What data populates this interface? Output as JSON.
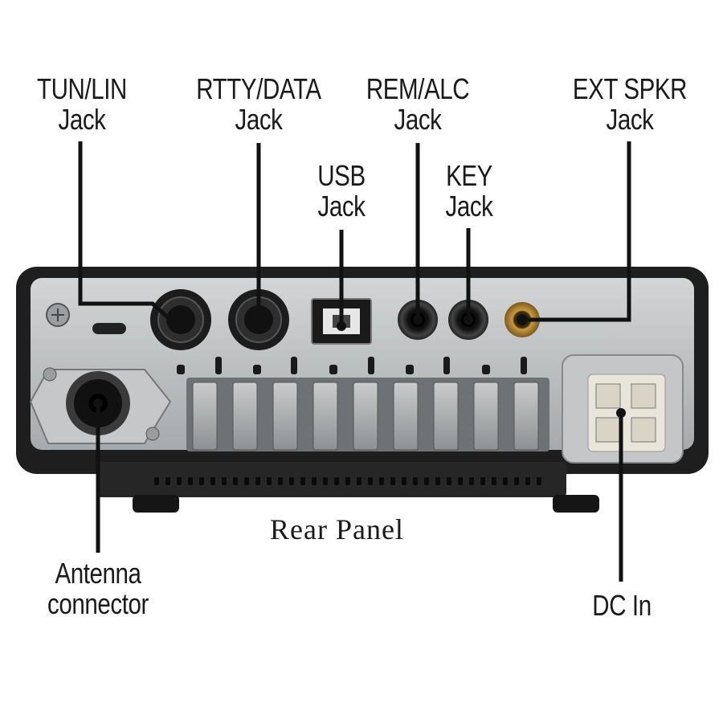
{
  "labels": {
    "tun_lin": [
      "TUN/LIN",
      "Jack"
    ],
    "rtty_data": [
      "RTTY/DATA",
      "Jack"
    ],
    "usb": [
      "USB",
      "Jack"
    ],
    "rem_alc": [
      "REM/ALC",
      "Jack"
    ],
    "key": [
      "KEY",
      "Jack"
    ],
    "ext_spkr": [
      "EXT SPKR",
      "Jack"
    ],
    "antenna": [
      "Antenna",
      "connector"
    ],
    "dc_in": [
      "DC In"
    ]
  },
  "caption": "Rear Panel",
  "colors": {
    "leader_line": "#111111",
    "chassis": "#1e1e1e",
    "panel": "#b9bcbe",
    "label_text": "#1a1a1a"
  }
}
